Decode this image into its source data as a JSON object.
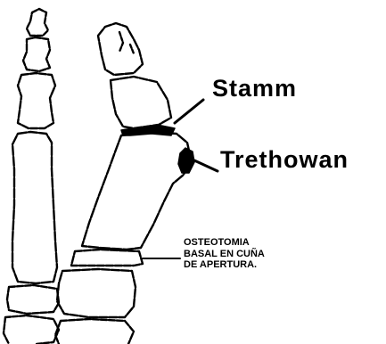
{
  "labels": {
    "stamm": "Stamm",
    "trethowan": "Trethowan",
    "osteotomy_lines": [
      "OSTEOTOMIA",
      "BASAL EN CUÑA",
      "DE APERTURA."
    ]
  },
  "colors": {
    "ink": "#000000",
    "background": "#ffffff"
  }
}
